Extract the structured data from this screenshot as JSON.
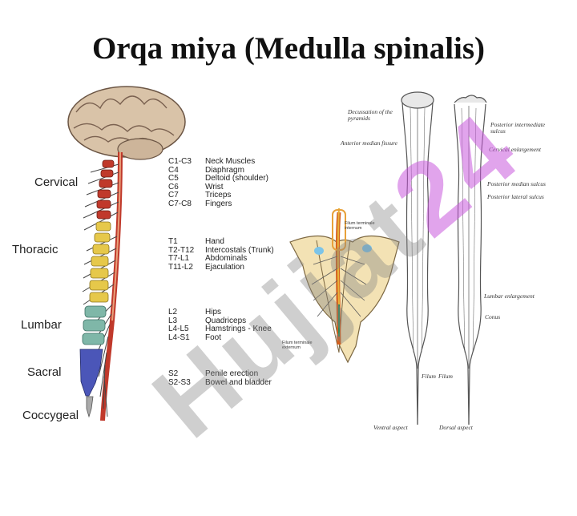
{
  "title": "Orqa miya (Medulla spinalis)",
  "watermark": {
    "text": "Hujjat",
    "accent": "24"
  },
  "regions": {
    "cervical": "Cervical",
    "thoracic": "Thoracic",
    "lumbar": "Lumbar",
    "sacral": "Sacral",
    "coccygeal": "Coccygeal"
  },
  "nerve_groups": [
    {
      "rows": [
        {
          "segment": "C1-C3",
          "function": "Neck Muscles"
        },
        {
          "segment": "C4",
          "function": "Diaphragm"
        },
        {
          "segment": "C5",
          "function": "Deltoid (shoulder)"
        },
        {
          "segment": "C6",
          "function": "Wrist"
        },
        {
          "segment": "C7",
          "function": "Triceps"
        },
        {
          "segment": "C7-C8",
          "function": "Fingers"
        }
      ]
    },
    {
      "rows": [
        {
          "segment": "T1",
          "function": "Hand"
        },
        {
          "segment": "T2-T12",
          "function": "Intercostals (Trunk)"
        },
        {
          "segment": "T7-L1",
          "function": "Abdominals"
        },
        {
          "segment": "T11-L2",
          "function": "Ejaculation"
        }
      ]
    },
    {
      "rows": [
        {
          "segment": "L2",
          "function": "Hips"
        },
        {
          "segment": "L3",
          "function": "Quadriceps"
        },
        {
          "segment": "L4-L5",
          "function": "Hamstrings - Knee"
        },
        {
          "segment": "L4-S1",
          "function": "Foot"
        }
      ]
    },
    {
      "rows": [
        {
          "segment": "S2",
          "function": "Penile erection"
        },
        {
          "segment": "S2-S3",
          "function": "Bowel and bladder"
        }
      ]
    }
  ],
  "sacrum_labels": {
    "internum": "Filum terminale internum",
    "externum": "Filum terminale externum"
  },
  "cord_labels": {
    "decussation": "Decussation of the pyramids",
    "anterior_median": "Anterior median fissure",
    "filum": "Filum",
    "ventral": "Ventral aspect",
    "post_intermediate": "Posterior intermediate sulcus",
    "cervical_enl": "Cervical enlargement",
    "post_median": "Posterior median sulcus",
    "post_lateral": "Posterior lateral sulcus",
    "lumbar_enl": "Lumbar enlargement",
    "conus": "Conus",
    "filum_r": "Filum",
    "dorsal": "Dorsal aspect"
  },
  "colors": {
    "cervical": "#c0392b",
    "thoracic": "#e6c84a",
    "lumbar": "#7fb7a8",
    "sacral": "#4b56b8",
    "brain": "#d9c3a8",
    "cord_outline": "#555555"
  }
}
